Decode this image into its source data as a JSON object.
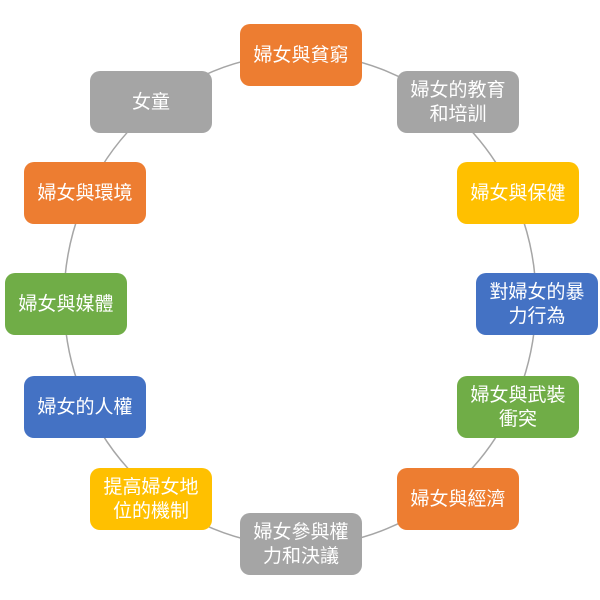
{
  "nodes": [
    {
      "lines": [
        "婦女與貧窮"
      ],
      "color": "#ED7D31"
    },
    {
      "lines": [
        "婦女的教育",
        "和培訓"
      ],
      "color": "#A5A5A5"
    },
    {
      "lines": [
        "婦女與保健"
      ],
      "color": "#FFC000"
    },
    {
      "lines": [
        "對婦女的暴",
        "力行為"
      ],
      "color": "#4472C4"
    },
    {
      "lines": [
        "婦女與武裝",
        "衝突"
      ],
      "color": "#70AD47"
    },
    {
      "lines": [
        "婦女與經濟"
      ],
      "color": "#ED7D31"
    },
    {
      "lines": [
        "婦女參與權",
        "力和決議"
      ],
      "color": "#A5A5A5"
    },
    {
      "lines": [
        "提高婦女地",
        "位的機制"
      ],
      "color": "#FFC000"
    },
    {
      "lines": [
        "婦女的人權"
      ],
      "color": "#4472C4"
    },
    {
      "lines": [
        "婦女與媒體"
      ],
      "color": "#70AD47"
    },
    {
      "lines": [
        "婦女與環境"
      ],
      "color": "#ED7D31"
    },
    {
      "lines": [
        "女童"
      ],
      "color": "#A5A5A5"
    }
  ],
  "connector_color": "#A6A6A6"
}
